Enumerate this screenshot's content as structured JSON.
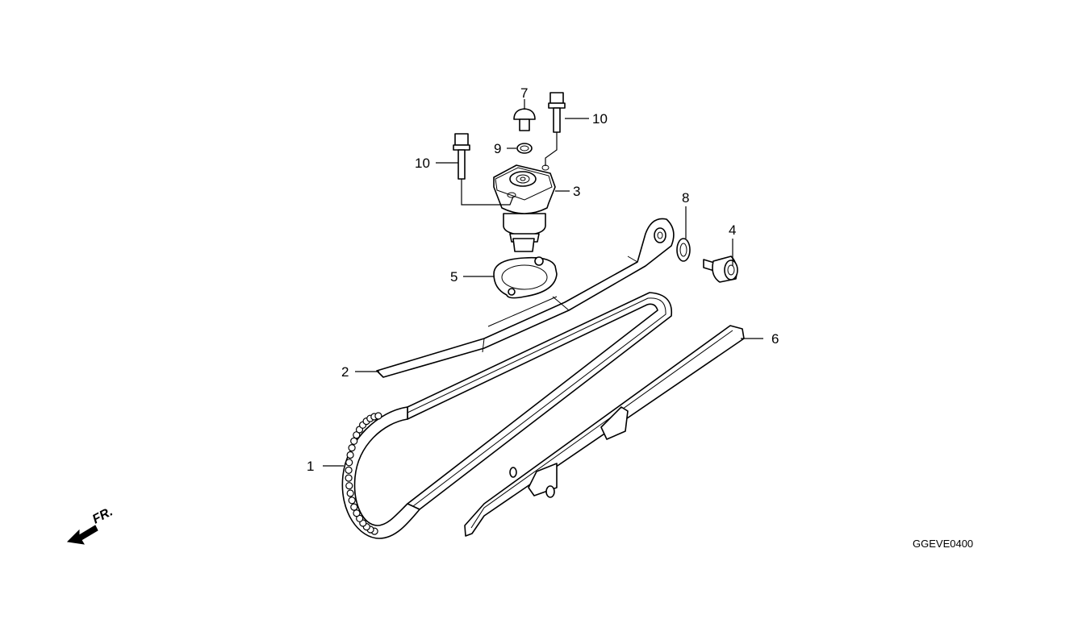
{
  "diagram": {
    "drawing_code": "GGEVE0400",
    "front_indicator": "FR.",
    "callouts": [
      {
        "id": "cam-chain",
        "label": "1"
      },
      {
        "id": "tensioner-slipper",
        "label": "2"
      },
      {
        "id": "tensioner-lifter",
        "label": "3"
      },
      {
        "id": "pivot-bolt",
        "label": "4"
      },
      {
        "id": "lifter-gasket",
        "label": "5"
      },
      {
        "id": "guide-slipper",
        "label": "6"
      },
      {
        "id": "sealing-bolt",
        "label": "7"
      },
      {
        "id": "washer",
        "label": "8"
      },
      {
        "id": "o-ring",
        "label": "9"
      },
      {
        "id": "flange-bolt-right",
        "label": "10"
      },
      {
        "id": "flange-bolt-left",
        "label": "10"
      }
    ]
  }
}
